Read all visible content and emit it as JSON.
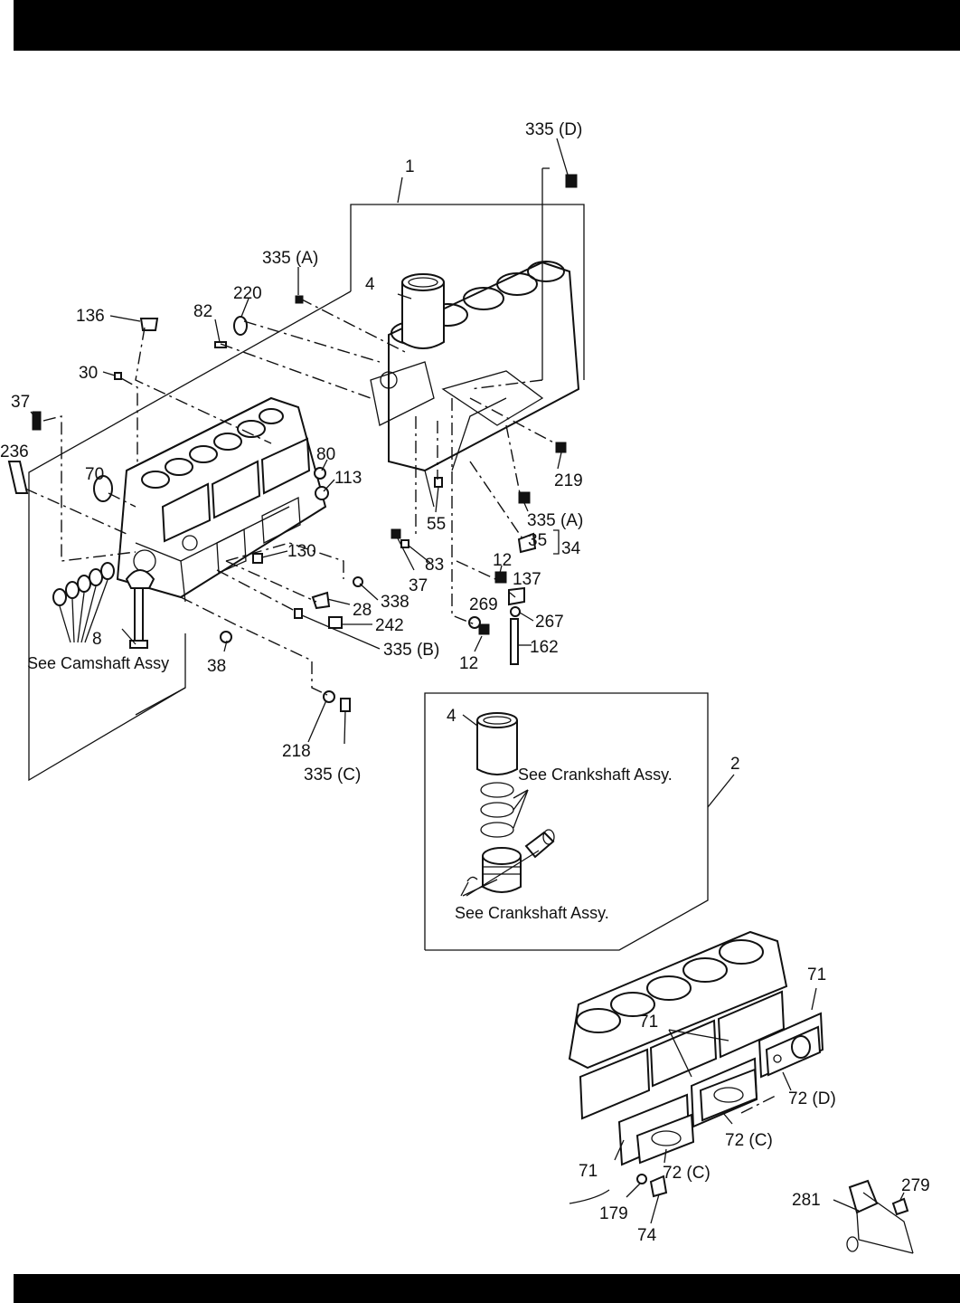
{
  "labels": {
    "l1": "1",
    "l2": "2",
    "l4a": "4",
    "l4b": "4",
    "l8": "8",
    "l12a": "12",
    "l12b": "12",
    "l28": "28",
    "l30": "30",
    "l34": "34",
    "l35": "35",
    "l37a": "37",
    "l37b": "37",
    "l38": "38",
    "l55": "55",
    "l70": "70",
    "l71a": "71",
    "l71b": "71",
    "l71c": "71",
    "l72c1": "72 (C)",
    "l72c2": "72 (C)",
    "l72d": "72 (D)",
    "l74": "74",
    "l80": "80",
    "l82": "82",
    "l83": "83",
    "l113": "113",
    "l130": "130",
    "l136": "136",
    "l137": "137",
    "l162": "162",
    "l179": "179",
    "l218": "218",
    "l219": "219",
    "l220": "220",
    "l236": "236",
    "l242": "242",
    "l267": "267",
    "l269": "269",
    "l279": "279",
    "l281": "281",
    "l335a1": "335 (A)",
    "l335a2": "335 (A)",
    "l335b": "335 (B)",
    "l335c": "335 (C)",
    "l335d": "335 (D)",
    "l338": "338"
  },
  "notes": {
    "camshaft": "See Camshaft Assy",
    "crankshaft_top": "See Crankshaft Assy.",
    "crankshaft_bottom": "See Crankshaft Assy."
  }
}
